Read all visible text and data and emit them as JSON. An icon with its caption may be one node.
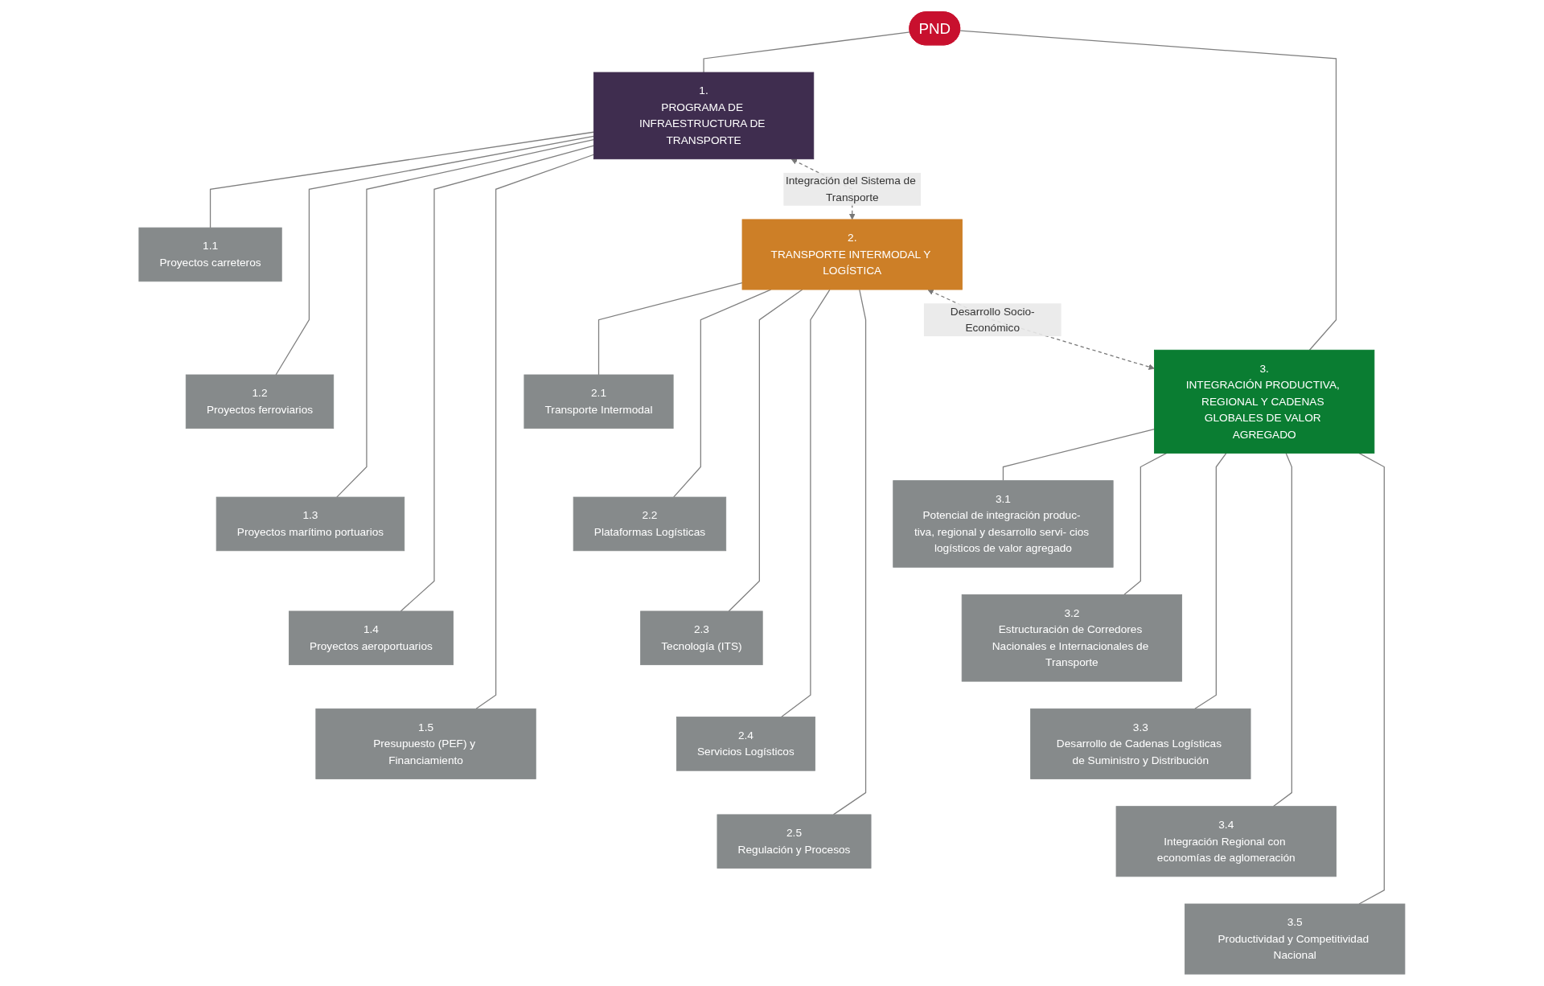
{
  "diagram": {
    "nodes": [
      {
        "text": [
          "PND"
        ]
      },
      {
        "text": [
          "1.",
          "PROGRAMA DE INFRAESTRUCTURA DE TRANSPORTE"
        ]
      },
      {
        "text": [
          "2.",
          "TRANSPORTE INTERMODAL Y LOGÍSTICA"
        ]
      },
      {
        "text": [
          "3.",
          "INTEGRACIÓN PRODUCTIVA, REGIONAL Y CADENAS GLOBALES DE VALOR AGREGADO"
        ]
      },
      {
        "text": [
          "1.1",
          "Proyectos carreteros"
        ]
      },
      {
        "text": [
          "1.2",
          "Proyectos ferroviarios"
        ]
      },
      {
        "text": [
          "1.3",
          "Proyectos marítimo portuarios"
        ]
      },
      {
        "text": [
          "1.4",
          "Proyectos aeroportuarios"
        ]
      },
      {
        "text": [
          "1.5",
          "Presupuesto (PEF) y Financiamiento"
        ]
      },
      {
        "text": [
          "2.1",
          "Transporte Intermodal"
        ]
      },
      {
        "text": [
          "2.2",
          "Plataformas Logísticas"
        ]
      },
      {
        "text": [
          "2.3",
          "Tecnología (ITS)"
        ]
      },
      {
        "text": [
          "2.4",
          "Servicios Logísticos"
        ]
      },
      {
        "text": [
          "2.5",
          "Regulación y Procesos"
        ]
      },
      {
        "text": [
          "3.1",
          "Potencial de integración produc- tiva, regional y desarrollo servi- cios logísticos de valor agregado"
        ]
      },
      {
        "text": [
          "3.2",
          "Estructuración de Corredores Nacionales e Internacionales de Transporte"
        ]
      },
      {
        "text": [
          "3.3",
          "Desarrollo de Cadenas Logísticas de Suministro y Distribución"
        ]
      },
      {
        "text": [
          "3.4",
          "Integración Regional con economías de aglomeración"
        ]
      },
      {
        "text": [
          "3.5",
          "Productividad y Competitividad Nacional"
        ]
      }
    ],
    "edges": [
      {
        "from": 0,
        "to": 1,
        "arrow": "none"
      },
      {
        "from": 0,
        "to": 3,
        "arrow": "none"
      },
      {
        "from": 1,
        "to": 2,
        "arrow": "both",
        "label": "Integración del Sistema de Transporte",
        "style": "dashed"
      },
      {
        "from": 2,
        "to": 3,
        "arrow": "both",
        "label": "Desarrollo Socio-Económico",
        "style": "dashed"
      },
      {
        "from": 1,
        "to": 4,
        "arrow": "none"
      },
      {
        "from": 1,
        "to": 5,
        "arrow": "none"
      },
      {
        "from": 1,
        "to": 6,
        "arrow": "none"
      },
      {
        "from": 1,
        "to": 7,
        "arrow": "none"
      },
      {
        "from": 1,
        "to": 8,
        "arrow": "none"
      },
      {
        "from": 2,
        "to": 9,
        "arrow": "none"
      },
      {
        "from": 2,
        "to": 10,
        "arrow": "none"
      },
      {
        "from": 2,
        "to": 11,
        "arrow": "none"
      },
      {
        "from": 2,
        "to": 12,
        "arrow": "none"
      },
      {
        "from": 2,
        "to": 13,
        "arrow": "none"
      },
      {
        "from": 3,
        "to": 14,
        "arrow": "none"
      },
      {
        "from": 3,
        "to": 15,
        "arrow": "none"
      },
      {
        "from": 3,
        "to": 16,
        "arrow": "none"
      },
      {
        "from": 3,
        "to": 17,
        "arrow": "none"
      },
      {
        "from": 3,
        "to": 18,
        "arrow": "none"
      }
    ]
  }
}
